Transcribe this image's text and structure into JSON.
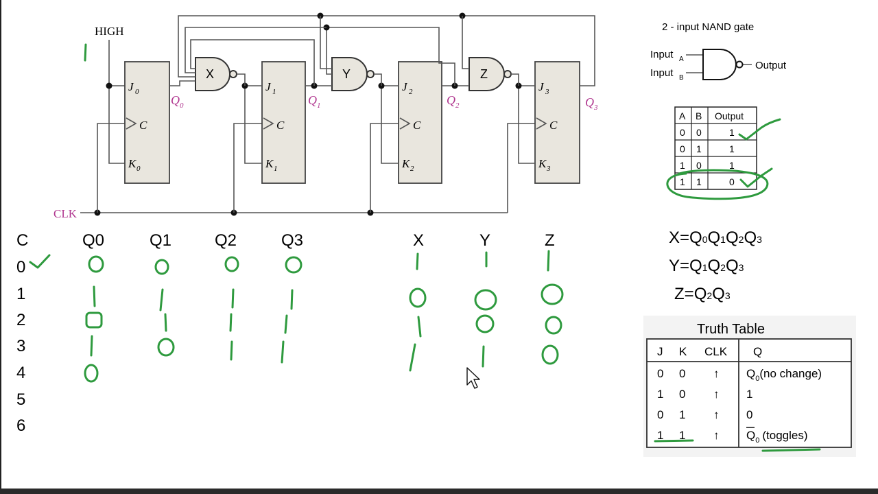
{
  "circuit": {
    "high_label": "HIGH",
    "clk_label": "CLK",
    "gates": [
      "X",
      "Y",
      "Z"
    ],
    "flipflops": [
      {
        "j": "J",
        "k": "K",
        "c": "C",
        "sub": "0",
        "q": "Q",
        "qsub": "0"
      },
      {
        "j": "J",
        "k": "K",
        "c": "C",
        "sub": "1",
        "q": "Q",
        "qsub": "1"
      },
      {
        "j": "J",
        "k": "K",
        "c": "C",
        "sub": "2",
        "q": "Q",
        "qsub": "2"
      },
      {
        "j": "J",
        "k": "K",
        "c": "C",
        "sub": "3",
        "q": "Q",
        "qsub": "3"
      }
    ]
  },
  "nand_legend": {
    "title": "2 - input NAND gate",
    "input_a": "Input",
    "input_a_sub": "A",
    "input_b": "Input",
    "input_b_sub": "B",
    "output": "Output"
  },
  "nand_table": {
    "headers": [
      "A",
      "B",
      "Output"
    ],
    "rows": [
      [
        "0",
        "0",
        "1"
      ],
      [
        "0",
        "1",
        "1"
      ],
      [
        "1",
        "0",
        "1"
      ],
      [
        "1",
        "1",
        "0"
      ]
    ]
  },
  "equations": {
    "x_lhs": "X=",
    "x_rhs": [
      "Q",
      "0",
      "Q",
      "1",
      "Q",
      "2",
      "Q",
      "3"
    ],
    "y_lhs": "Y=",
    "y_rhs": [
      "Q",
      "1",
      "Q",
      "2",
      "Q",
      "3"
    ],
    "z_lhs": "Z=",
    "z_rhs": [
      "Q",
      "2",
      "Q",
      "3"
    ]
  },
  "jk_truth_table": {
    "title": "Truth Table",
    "headers": [
      "J",
      "K",
      "CLK",
      "Q"
    ],
    "rows": [
      {
        "j": "0",
        "k": "0",
        "clk": "↑",
        "q": "Q",
        "q_sub": "0",
        "q_note": "(no change)"
      },
      {
        "j": "1",
        "k": "0",
        "clk": "↑",
        "q": "1",
        "q_sub": "",
        "q_note": ""
      },
      {
        "j": "0",
        "k": "1",
        "clk": "↑",
        "q": "0",
        "q_sub": "",
        "q_note": ""
      },
      {
        "j": "1",
        "k": "1",
        "clk": "↑",
        "q": "Q",
        "q_sub": "0",
        "q_note": "(toggles)"
      }
    ]
  },
  "worksheet": {
    "headers": [
      "C",
      "Q0",
      "Q1",
      "Q2",
      "Q3",
      "X",
      "Y",
      "Z"
    ],
    "clock_rows": [
      "0",
      "1",
      "2",
      "3",
      "4",
      "5",
      "6"
    ],
    "handwritten": {
      "Q0": [
        "0",
        "1",
        "0",
        "1",
        "0"
      ],
      "Q1": [
        "0",
        "1",
        "1",
        "0"
      ],
      "Q2": [
        "0",
        "1",
        "1",
        "1"
      ],
      "Q3": [
        "0",
        "1",
        "1",
        "1"
      ],
      "X": [
        "1",
        "0",
        "1",
        "1"
      ],
      "Y": [
        "1",
        "0",
        "0",
        "1"
      ],
      "Z": [
        "1",
        "0",
        "0",
        "0"
      ]
    }
  },
  "colors": {
    "handwriting": "#2e9a3e",
    "label_magenta": "#b0368f"
  }
}
